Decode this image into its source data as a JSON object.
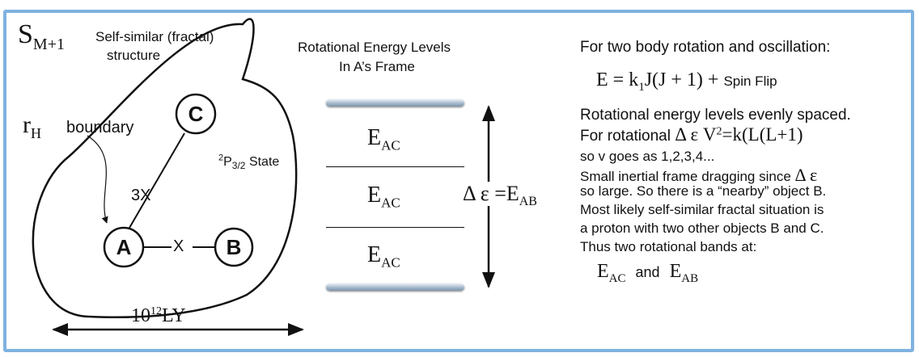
{
  "diagram": {
    "smplus1": {
      "main": "S",
      "sub": "M+1"
    },
    "fractal_label_line1": "Self-similar (fractal)",
    "fractal_label_line2": "structure",
    "rh": {
      "main": "r",
      "sub": "H"
    },
    "boundary_label": "boundary",
    "state_label": {
      "pre": "2",
      "main": "P",
      "sub": "3/2",
      "post": "State"
    },
    "node_a": "A",
    "node_b": "B",
    "node_c": "C",
    "edge_ac": "3X",
    "edge_ab": "X",
    "scale_label": {
      "base": "10",
      "exp": "12",
      "unit": "LY"
    }
  },
  "levels": {
    "title_line1": "Rotational Energy Levels",
    "title_line2": "In A’s Frame",
    "level_main": "E",
    "level_sub": "AC",
    "delta_label": {
      "sym": "Δ ε",
      "eq": " =E",
      "sub": "AB"
    }
  },
  "text": {
    "heading": "For two body rotation and oscillation:",
    "equation": {
      "lhs": "E = k",
      "k_sub": "1",
      "mid": "J(J + 1) + ",
      "spin": "Spin Flip"
    },
    "line1": "Rotational energy levels evenly spaced.",
    "line2": {
      "pre": "For rotational ",
      "delta": "Δ ε",
      "v": " V",
      "sup": "2",
      "rest": "=k(L(L+1)"
    },
    "line3": "so v goes as 1,2,3,4...",
    "line4": {
      "pre": "Small inertial frame dragging since ",
      "delta": "Δ ε"
    },
    "line5": "so large. So there is a “nearby” object B.",
    "line6": "Most likely self-similar fractal situation is",
    "line7": "a proton with two other objects B and C.",
    "line8": "Thus two rotational bands at:",
    "bands": {
      "e1": "E",
      "s1": "AC",
      "and": "and",
      "e2": "E",
      "s2": "AB"
    }
  }
}
